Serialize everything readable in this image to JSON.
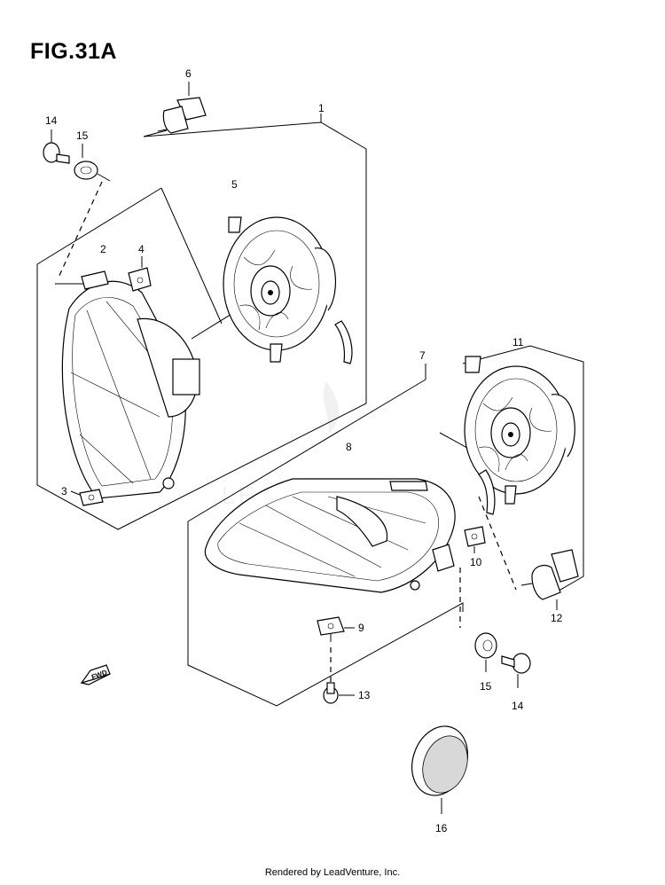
{
  "figure": {
    "title": "FIG.31A"
  },
  "footer": {
    "text": "Rendered by LeadVenture, Inc."
  },
  "watermark": {
    "text": "LEADVENTURE"
  },
  "direction_arrow": {
    "label": "FWD"
  },
  "callouts": [
    "1",
    "2",
    "3",
    "4",
    "5",
    "6",
    "7",
    "8",
    "9",
    "10",
    "11",
    "12",
    "13",
    "14",
    "15",
    "16",
    "14",
    "15"
  ]
}
